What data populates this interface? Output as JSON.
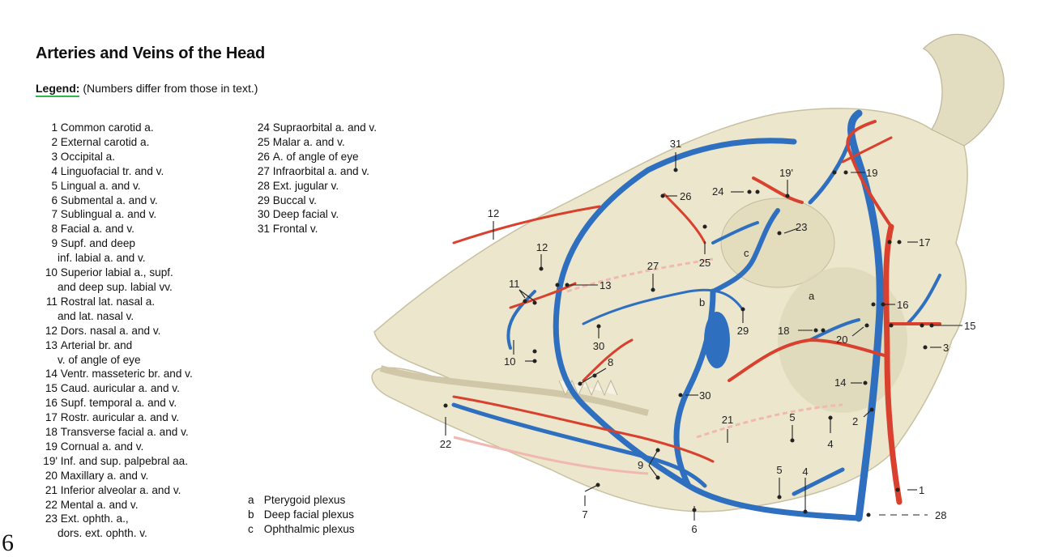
{
  "title": "Arteries and Veins of the Head",
  "legend": {
    "label": "Legend:",
    "note": "(Numbers differ from those in text.)"
  },
  "items_left": [
    {
      "num": "1",
      "text": "Common carotid a."
    },
    {
      "num": "2",
      "text": "External carotid a."
    },
    {
      "num": "3",
      "text": "Occipital a."
    },
    {
      "num": "4",
      "text": "Linguofacial tr. and v."
    },
    {
      "num": "5",
      "text": "Lingual a. and v."
    },
    {
      "num": "6",
      "text": "Submental a. and v."
    },
    {
      "num": "7",
      "text": "Sublingual a. and v."
    },
    {
      "num": "8",
      "text": "Facial a. and v."
    },
    {
      "num": "9",
      "text": "Supf. and deep"
    },
    {
      "num": "",
      "text": "inf. labial a. and v."
    },
    {
      "num": "10",
      "text": "Superior labial a., supf."
    },
    {
      "num": "",
      "text": "and deep sup. labial vv."
    },
    {
      "num": "11",
      "text": "Rostral lat. nasal a."
    },
    {
      "num": "",
      "text": "and lat. nasal v."
    },
    {
      "num": "12",
      "text": "Dors. nasal a. and v."
    },
    {
      "num": "13",
      "text": "Arterial br. and"
    },
    {
      "num": "",
      "text": "v. of angle of eye"
    },
    {
      "num": "14",
      "text": "Ventr. masseteric br. and v."
    },
    {
      "num": "15",
      "text": "Caud. auricular a. and v."
    },
    {
      "num": "16",
      "text": "Supf. temporal a. and v."
    },
    {
      "num": "17",
      "text": "Rostr. auricular a. and v."
    },
    {
      "num": "18",
      "text": "Transverse facial a. and v."
    },
    {
      "num": "19",
      "text": "Cornual a. and v."
    },
    {
      "num": "19'",
      "text": "Inf. and sup. palpebral aa."
    },
    {
      "num": "20",
      "text": "Maxillary a. and v."
    },
    {
      "num": "21",
      "text": "Inferior alveolar a. and v."
    },
    {
      "num": "22",
      "text": "Mental a. and v."
    },
    {
      "num": "23",
      "text": "Ext. ophth. a.,"
    },
    {
      "num": "",
      "text": "dors. ext. ophth. v."
    }
  ],
  "items_right": [
    {
      "num": "24",
      "text": "Supraorbital a. and v."
    },
    {
      "num": "25",
      "text": "Malar a. and v."
    },
    {
      "num": "26",
      "text": "A. of angle of eye"
    },
    {
      "num": "27",
      "text": "Infraorbital a. and v."
    },
    {
      "num": "28",
      "text": "Ext. jugular v."
    },
    {
      "num": "29",
      "text": "Buccal v."
    },
    {
      "num": "30",
      "text": "Deep facial v."
    },
    {
      "num": "31",
      "text": "Frontal v."
    }
  ],
  "plexuses": [
    {
      "num": "a",
      "text": "Pterygoid plexus"
    },
    {
      "num": "b",
      "text": "Deep facial plexus"
    },
    {
      "num": "c",
      "text": "Ophthalmic plexus"
    }
  ],
  "figure_labels": {
    "l31": "31",
    "l26": "26",
    "l24": "24",
    "l19p": "19'",
    "l19": "19",
    "l12a": "12",
    "l12b": "12",
    "l27": "27",
    "l25": "25",
    "l23": "23",
    "lc": "c",
    "l17": "17",
    "l11": "11",
    "l13": "13",
    "lb": "b",
    "la": "a",
    "l16": "16",
    "l15": "15",
    "l3": "3",
    "l29": "29",
    "l18": "18",
    "l20": "20",
    "l30a": "30",
    "l10": "10",
    "l8": "8",
    "l14": "14",
    "l30b": "30",
    "l21": "21",
    "l5a": "5",
    "l4a": "4",
    "l2": "2",
    "l22": "22",
    "l9": "9",
    "l5b": "5",
    "l4b": "4",
    "l7": "7",
    "l1": "1",
    "l6": "6",
    "l28": "28"
  },
  "colors": {
    "artery": "#d9402e",
    "vein": "#2f6fc0",
    "bone": "#e9e3c3",
    "accent_underline": "#2db84a"
  },
  "corner_mark": "6"
}
